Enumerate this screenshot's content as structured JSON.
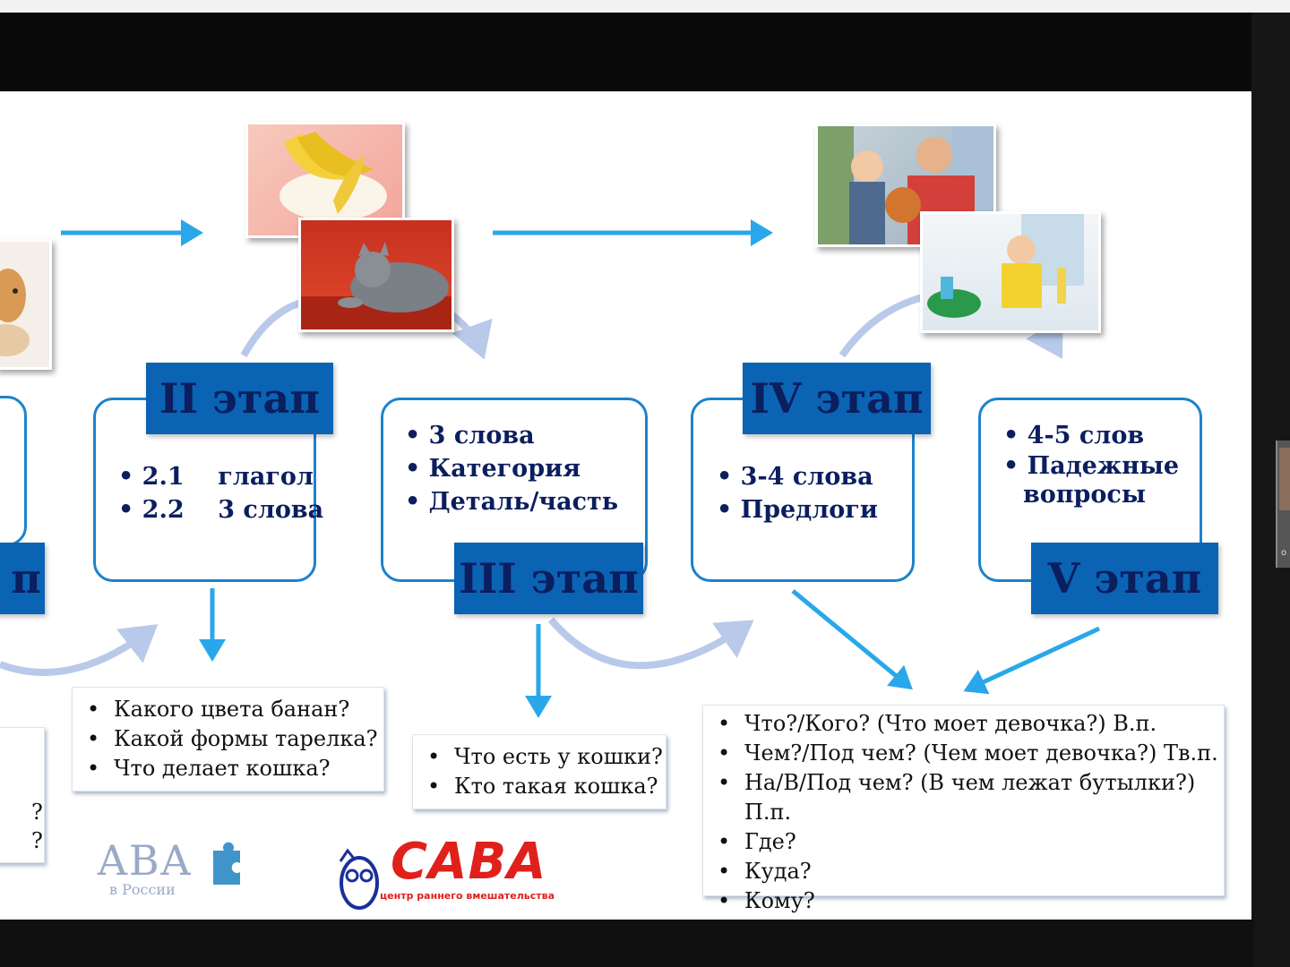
{
  "stages": [
    {
      "label": "II этап",
      "items": [
        "2.1    глагол",
        "2.2    3 слова"
      ],
      "questions": [
        "Какого цвета банан?",
        "Какой формы тарелка?",
        "Что делает кошка?"
      ]
    },
    {
      "label": "III этап",
      "items": [
        "3 слова",
        "Категория",
        "Деталь/часть"
      ],
      "questions": [
        "Что есть у кошки?",
        "Кто такая кошка?"
      ]
    },
    {
      "label": "IV этап",
      "items": [
        "3-4 слова",
        "Предлоги"
      ]
    },
    {
      "label": "V этап",
      "items": [
        "4-5 слов",
        "Падежные вопросы"
      ]
    }
  ],
  "partial_stage_label": "п",
  "partial_list_marks": [
    "?",
    "?"
  ],
  "case_questions": [
    "Что?/Кого? (Что моет девочка?) В.п.",
    "Чем?/Под чем? (Чем моет девочка?) Тв.п.",
    "На/В/Под чем? (В чем лежат бутылки?) П.п.",
    "Где?",
    "Куда?",
    "Кому?"
  ],
  "logos": {
    "aba_main": "АВА",
    "aba_sub": "в России",
    "sava_main": "САВА",
    "sava_sub": "центр раннего вмешательства"
  },
  "colors": {
    "frame": "#1d82cc",
    "label_bg": "#0b63b4",
    "text_dark": "#0b1e5e",
    "arrow": "#2aa7ea",
    "curve": "#b9c9ea",
    "sava_red": "#e0201b"
  }
}
